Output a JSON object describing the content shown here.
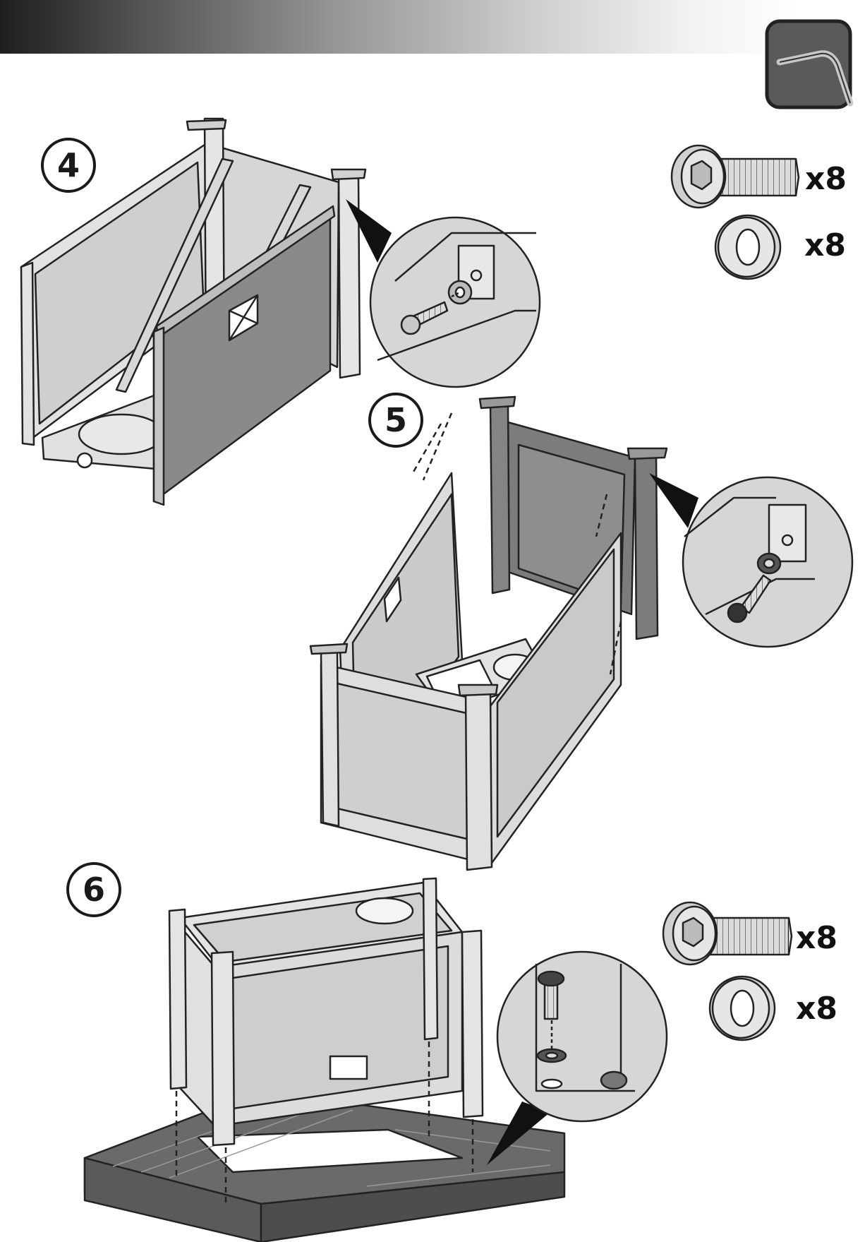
{
  "steps": [
    {
      "number": "4",
      "bolt_qty": "x8",
      "washer_qty": "x8"
    },
    {
      "number": "5"
    },
    {
      "number": "6",
      "bolt_qty": "x8",
      "washer_qty": "x8"
    }
  ],
  "colors": {
    "frame": "#d9d9d9",
    "panel_dark": "#6e6e6e",
    "panel_mid": "#8a8a8a",
    "line": "#222222",
    "badge": "#555555"
  },
  "icons": [
    "hex-key-icon",
    "button-head-bolt-icon",
    "washer-icon"
  ]
}
